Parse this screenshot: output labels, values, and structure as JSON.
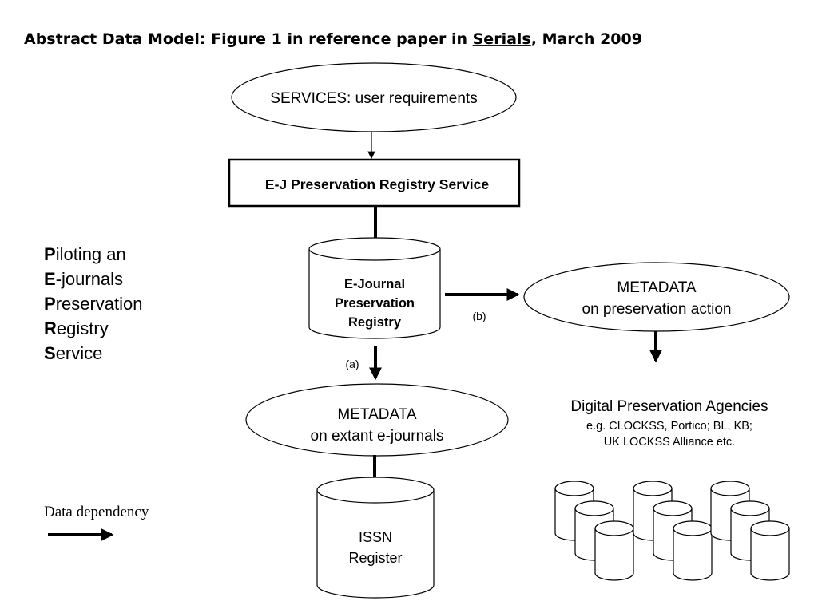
{
  "title": {
    "prefix": "Abstract Data Model: Figure 1 in reference paper in ",
    "journal": "Serials",
    "suffix": ", March 2009"
  },
  "nodes": {
    "services": "SERVICES: user requirements",
    "registry_service": "E-J Preservation Registry Service",
    "ejournal_registry": [
      "E-Journal",
      "Preservation",
      "Registry"
    ],
    "metadata_action": [
      "METADATA",
      "on preservation action"
    ],
    "metadata_extant": [
      "METADATA",
      "on extant e-journals"
    ],
    "issn_register": [
      "ISSN",
      "Register"
    ],
    "agencies": {
      "heading": "Digital Preservation Agencies",
      "lines": [
        "e.g. CLOCKSS, Portico; BL, KB;",
        "UK LOCKSS Alliance etc."
      ]
    }
  },
  "edge_labels": {
    "a": "(a)",
    "b": "(b)"
  },
  "acronym": [
    {
      "initial": "P",
      "rest": "iloting an"
    },
    {
      "initial": "E",
      "rest": "-journals"
    },
    {
      "initial": "P",
      "rest": "reservation"
    },
    {
      "initial": "R",
      "rest": "egistry"
    },
    {
      "initial": "S",
      "rest": "ervice"
    }
  ],
  "legend": {
    "label": "Data dependency"
  }
}
